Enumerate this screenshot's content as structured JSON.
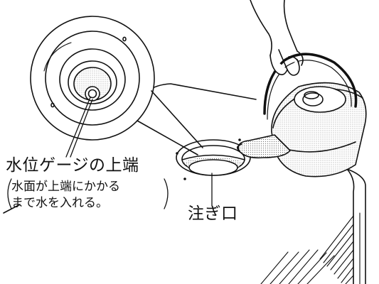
{
  "labels": {
    "gauge": "水位ゲージの上端",
    "note_line1": "水面が上端にかかる",
    "note_line2": "まで水を入れる。",
    "spout": "注ぎ口"
  },
  "colors": {
    "line": "#111111",
    "stipple": "#bdbdbd",
    "background": "#ffffff"
  },
  "icons": {
    "kettle": "kettle-icon",
    "hand": "hand-icon"
  }
}
